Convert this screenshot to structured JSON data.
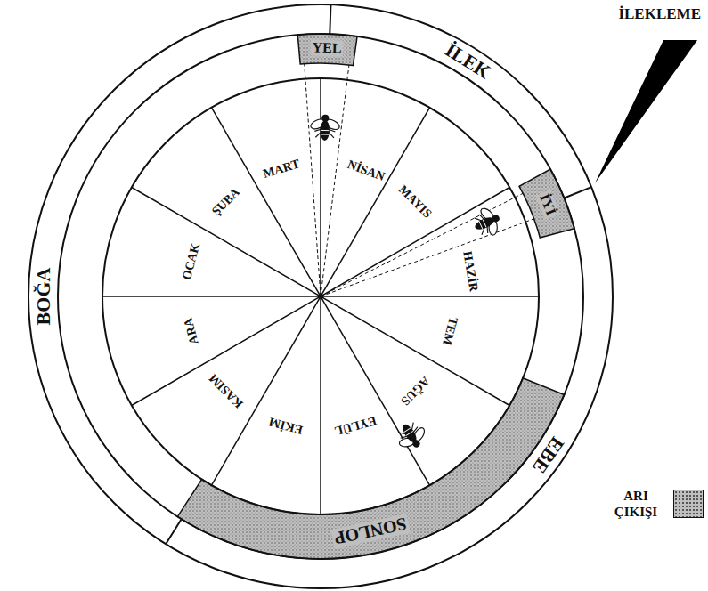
{
  "diagram": {
    "nodes": [
      {
        "text": [
          "YEL"
        ]
      },
      {
        "text": [
          "İLEK"
        ]
      },
      {
        "text": [
          "İYİ"
        ]
      },
      {
        "text": [
          "MART"
        ]
      },
      {
        "text": [
          "NİSAN"
        ]
      },
      {
        "text": [
          "MAYIS"
        ]
      },
      {
        "text": [
          "ŞUBA"
        ]
      },
      {
        "text": [
          "HAZİR"
        ]
      },
      {
        "text": [
          "OCAK"
        ]
      },
      {
        "text": [
          "TEM"
        ]
      },
      {
        "text": [
          "ARA"
        ]
      },
      {
        "text": [
          "AĞUS"
        ]
      },
      {
        "text": [
          "KASIM"
        ]
      },
      {
        "text": [
          "EYLÜL"
        ]
      },
      {
        "text": [
          "EKİM"
        ]
      },
      {
        "text": [
          "EBE"
        ]
      },
      {
        "text": [
          "SONLOP"
        ]
      },
      {
        "text": [
          "BOĞA"
        ]
      }
    ],
    "labels": [
      "İLEKLEME"
    ],
    "legend": [
      {
        "text": "ARI ÇIKIŞI",
        "color": "#bfbfbf"
      }
    ]
  }
}
